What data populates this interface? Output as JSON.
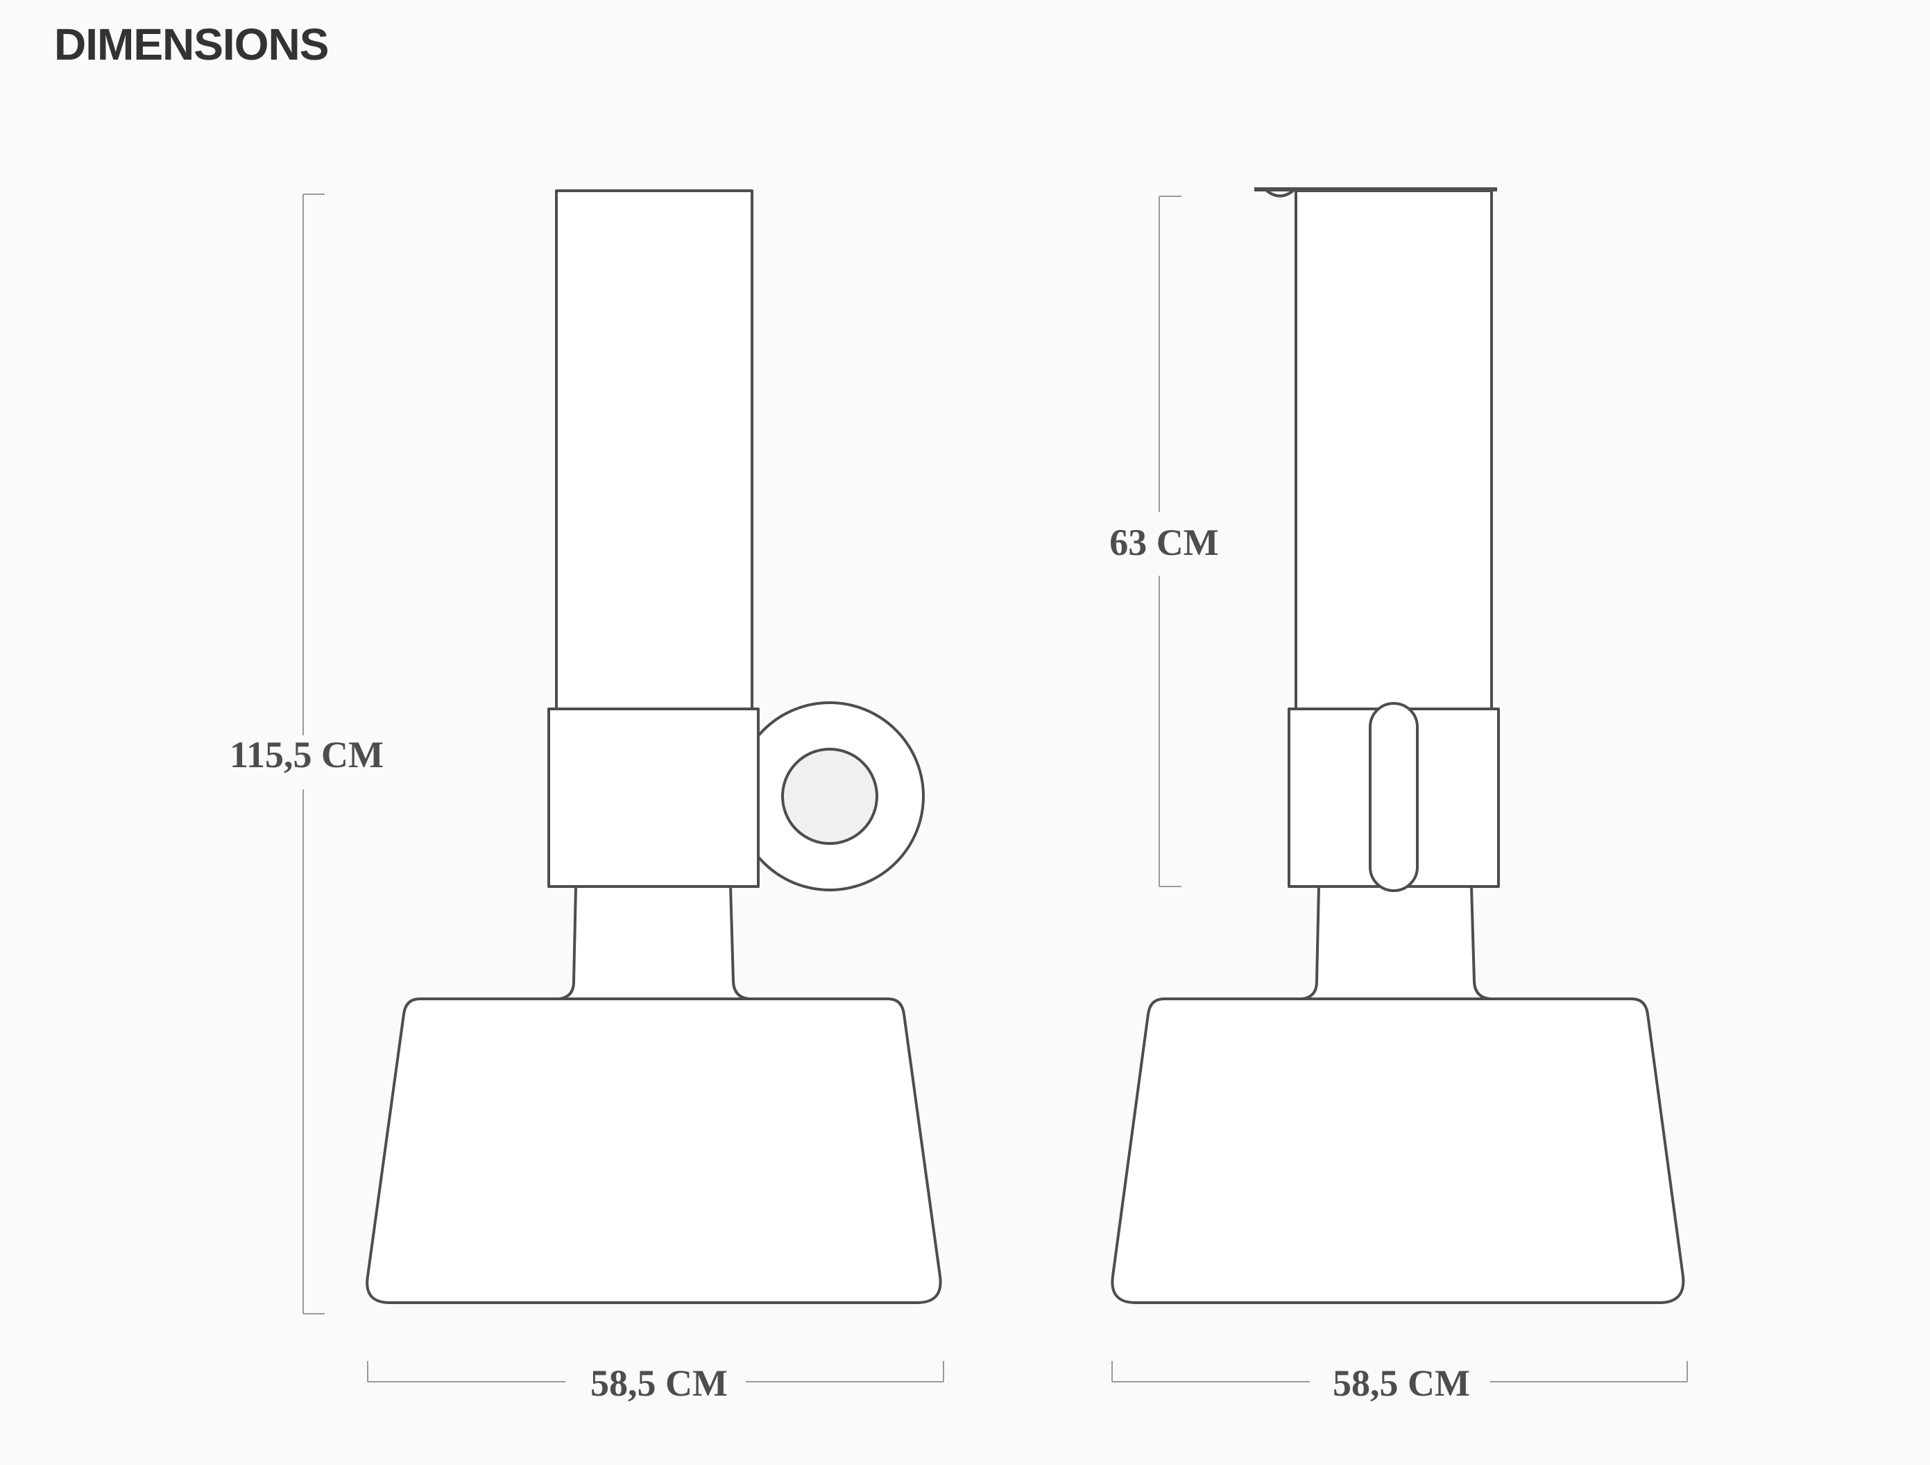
{
  "title": "DIMENSIONS",
  "views": {
    "front": {
      "height_label": "115,5 CM",
      "width_label": "58,5 CM"
    },
    "side": {
      "height_label": "63 CM",
      "width_label": "58,5 CM"
    }
  },
  "colors": {
    "background": "#fafafa",
    "outline": "#4d4d4d",
    "knob_fill": "#f0f0f0",
    "dimension_line": "#9a9a9a",
    "title": "#333333"
  }
}
